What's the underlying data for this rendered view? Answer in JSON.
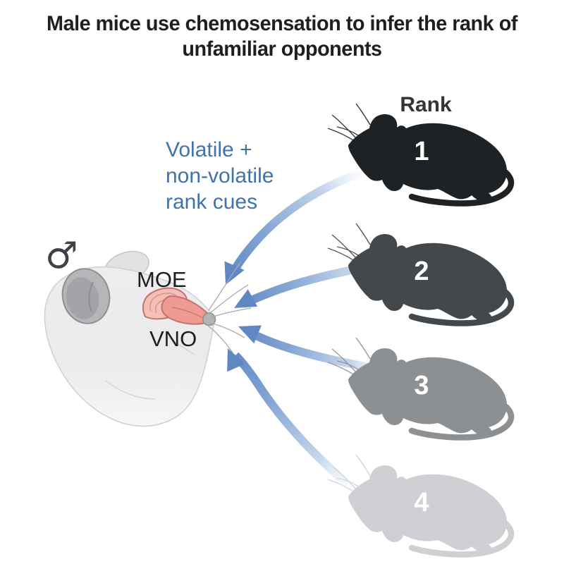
{
  "figure": {
    "title_line1": "Male mice use chemosensation to infer the rank of",
    "title_line2": "unfamiliar opponents"
  },
  "labels": {
    "rank_header": "Rank",
    "male_symbol": "♂",
    "moe": "MOE",
    "vno": "VNO",
    "cues_line1": "Volatile +",
    "cues_line2": "non-volatile",
    "cues_line3": "rank cues"
  },
  "mice": [
    {
      "rank": "1",
      "color": "#1f2225"
    },
    {
      "rank": "2",
      "color": "#43484d"
    },
    {
      "rank": "3",
      "color": "#8d9093"
    },
    {
      "rank": "4",
      "color": "#ced0d3"
    }
  ],
  "colors": {
    "arrow_blue": "#5e87c3",
    "arrow_blue_mid": "#85a6d4",
    "arrow_blue_light": "#c6d7ec",
    "cue_text_blue": "#3e73ab",
    "title_text": "#1f1f1f",
    "rank_label_text": "#343434",
    "rank_number_text": "#ffffff",
    "head_fill": "#ececee",
    "ear_fill": "#b6b6b9",
    "ear_inner_fill": "#a4a4a8",
    "moe_fill": "#f5bfb7",
    "vno_fill": "#ee9c93",
    "organ_stroke": "#c3736b",
    "nose_fill": "#b4b4b7",
    "male_symbol_color": "#3e4246"
  }
}
